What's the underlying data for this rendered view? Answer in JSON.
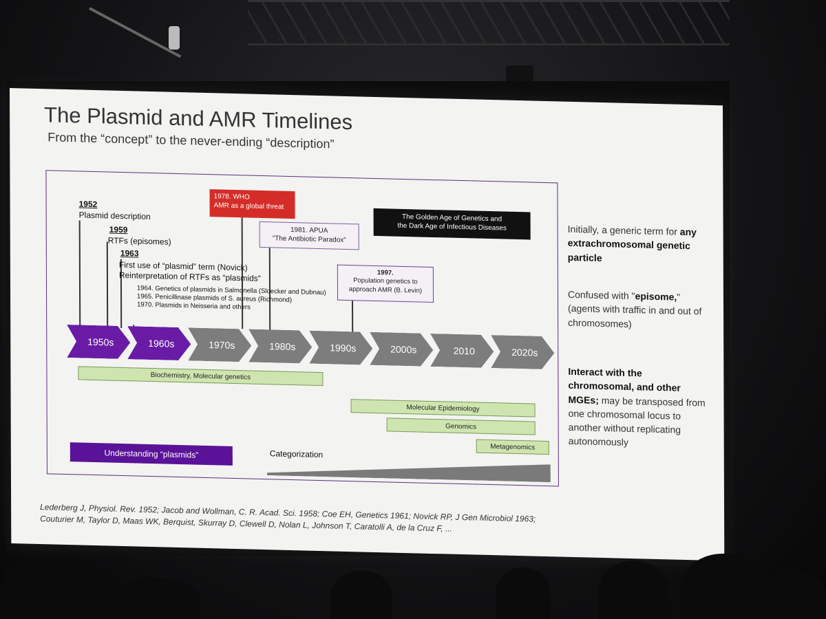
{
  "slide": {
    "title": "The Plasmid and AMR Timelines",
    "subtitle": "From the “concept” to the never-ending “description”",
    "events": {
      "y1952": "1952",
      "plasmid_description": "Plasmid description",
      "y1959": "1959",
      "rtfs": "RTFs (episomes)",
      "y1963": "1963",
      "first_use": "First use of “plasmid” term (Novick)",
      "reinterpretation": "Reinterpretation of RTFs as “plasmids”",
      "e1964": "1964. Genetics of plasmids in Salmonella (Sloecker and Dubnau)",
      "e1965": "1965. Penicillinase plasmids of S. aureus (Richmond)",
      "e1970": "1970. Plasmids in Neisseria and others"
    },
    "who_box": {
      "line1": "1978. WHO",
      "line2": "AMR as a global  threat"
    },
    "apua_box": {
      "line1": "1981. APUA",
      "line2": "“The Antibiotic Paradox”"
    },
    "levin_box": {
      "line1": "1997.",
      "line2": "Population genetics to",
      "line3": "approach AMR (B. Levin)"
    },
    "golden_box": {
      "line1": "The Golden Age of Genetics and",
      "line2": "the Dark Age of Infectious Diseases"
    },
    "decades": [
      "1950s",
      "1960s",
      "1970s",
      "1980s",
      "1990s",
      "2000s",
      "2010",
      "2020s"
    ],
    "bars": {
      "biochem": "Biochemistry, Molecular genetics",
      "mol_epi": "Molecular Epidemiology",
      "genomics": "Genomics",
      "metagenomics": "Metagenomics"
    },
    "understanding": "Understanding “plasmids”",
    "categorization": "Categorization",
    "side_notes": {
      "n1a": "Initially, a generic term for",
      "n1b": "any extrachromosomal genetic particle",
      "n2a": "Confused with \"",
      "n2b": "episome,",
      "n2c": "\" (agents with traffic in and out of chromosomes)",
      "n3a": "Interact with the chromosomal, and other MGEs;",
      "n3b": " may be transposed from one chromosomal locus to another without replicating autonomously"
    },
    "references": {
      "line1": "Lederberg J, Physiol. Rev. 1952;  Jacob and Wollman, C. R. Acad. Sci. 1958; Coe EH, Genetics 1961; Novick RP, J Gen Microbiol 1963;",
      "line2": "Couturier M, Taylor D, Maas WK, Berquist, Skurray D, Clewell D, Nolan L, Johnson T, Caratolli A, de la Cruz F, ..."
    }
  },
  "colors": {
    "purple": "#6a1ba6",
    "grey_chevron": "#7d7d7d",
    "red_box": "#d42d27",
    "green_bar": "#cfe5b0"
  }
}
